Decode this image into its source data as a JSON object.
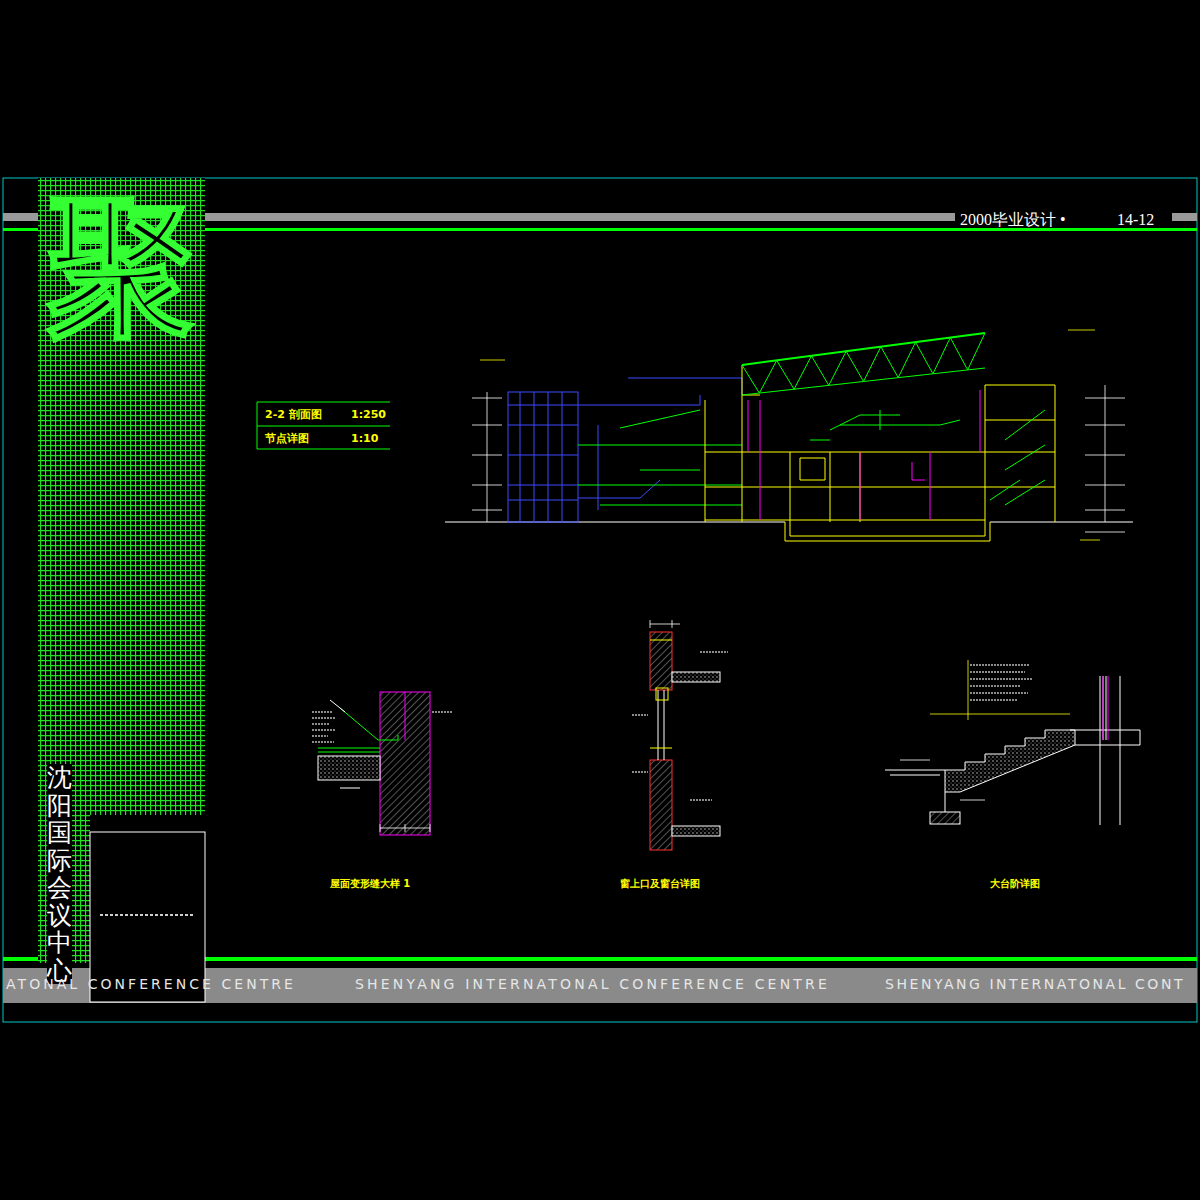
{
  "diagram": {
    "title": "沈阳国际会议中心",
    "nodes": [
      {
        "text": [
          "2-2 剖面图",
          "1:250"
        ]
      },
      {
        "text": [
          "节点详图",
          "1:10"
        ]
      }
    ],
    "labels": [
      "聚",
      "2000毕业设计 •",
      "14-12",
      "屋面变形缝大样 1",
      "窗上口及窗台详图",
      "大台阶详图",
      "ATONAL CONFERENCE CENTRE",
      "SHENYANG INTERNATONAL CONFERENCE CENTRE",
      "SHENYANG INTERNATONAL CONT"
    ]
  }
}
